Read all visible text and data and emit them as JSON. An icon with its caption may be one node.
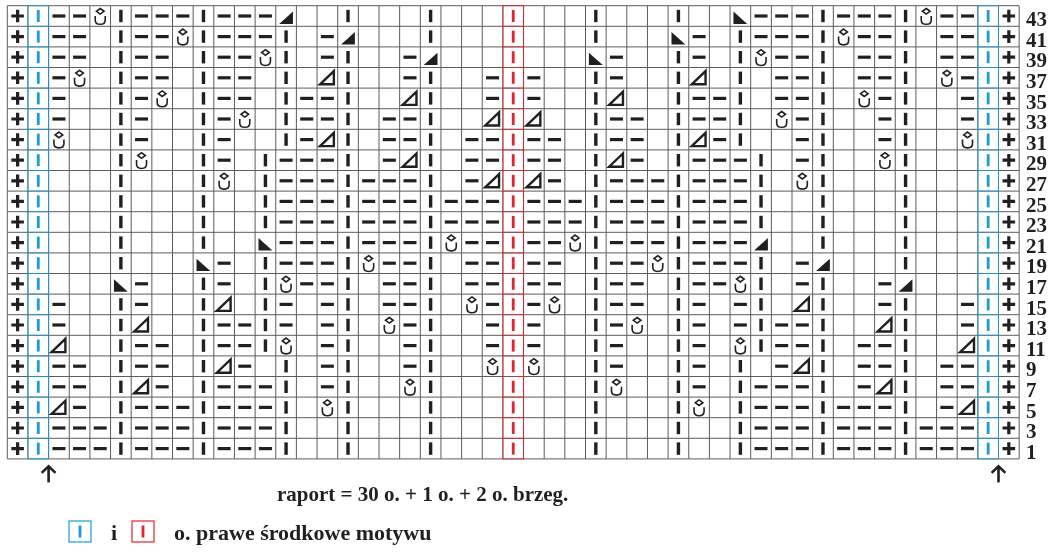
{
  "diagram": {
    "labels": [
      "43",
      "41",
      "39",
      "37",
      "35",
      "33",
      "31",
      "29",
      "27",
      "25",
      "23",
      "21",
      "19",
      "17",
      "15",
      "13",
      "11",
      "9",
      "7",
      "5",
      "3",
      "1",
      "raport = 30 o. + 1 o. + 2 o. brzeg.",
      "i"
    ],
    "legend": [
      {
        "text": "o. prawe środkowe motywu"
      }
    ]
  }
}
